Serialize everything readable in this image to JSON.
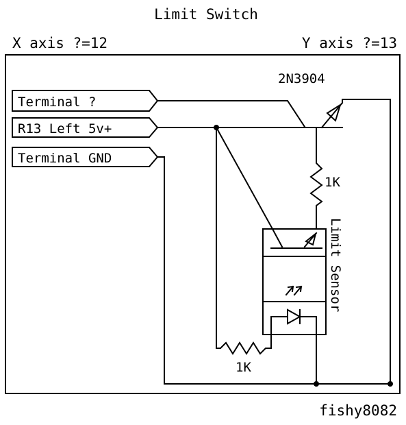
{
  "title": "Limit Switch",
  "x_axis_label": "X axis ?=12",
  "y_axis_label": "Y axis ?=13",
  "transistor_label": "2N3904",
  "terminals": [
    {
      "label": "Terminal ?"
    },
    {
      "label": "R13 Left 5v+"
    },
    {
      "label": "Terminal GND"
    }
  ],
  "resistor_collector_label": "1K",
  "resistor_led_label": "1K",
  "sensor_label": "Limit Sensor",
  "author": "fishy8082"
}
